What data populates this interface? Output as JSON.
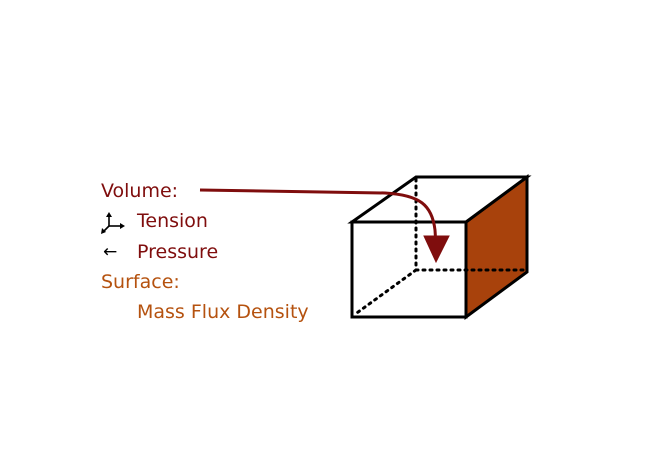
{
  "labels": {
    "volume": "Volume:",
    "tension": "Tension",
    "pressure": "Pressure",
    "surface": "Surface:",
    "mass_flux_density": "Mass Flux Density"
  },
  "icons": {
    "tension": "tension-axes-icon",
    "pressure": "←"
  },
  "colors": {
    "volume_text": "#7f0d0d",
    "surface_text": "#b5520f",
    "arrow": "#7f0d0d",
    "shaded_face": "#a8420c",
    "cube_edges": "#000000"
  }
}
